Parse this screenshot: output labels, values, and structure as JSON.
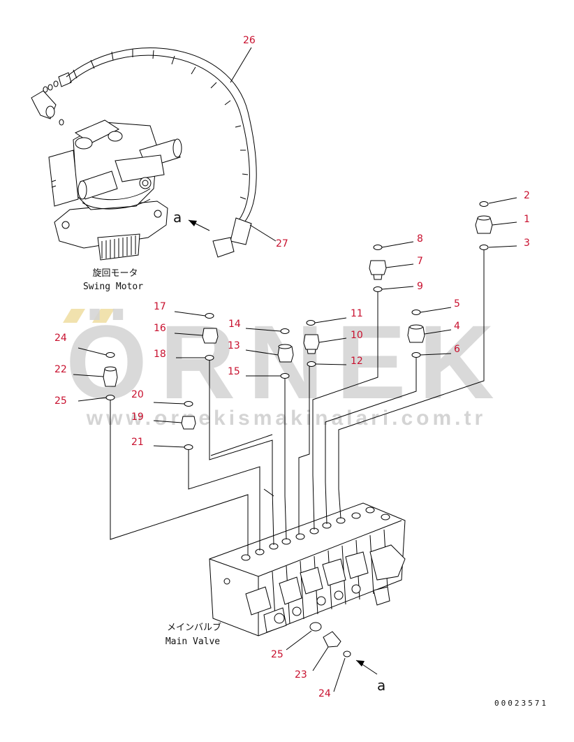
{
  "watermark": {
    "brand": "ÖRNEK",
    "url": "www.ornekismakinalari.com.tr",
    "color": "#cfcfcf",
    "accent": "#f3e3b0"
  },
  "captions": {
    "swing_motor_jp": "旋回モータ",
    "swing_motor_en": "Swing Motor",
    "main_valve_jp": "メインバルブ",
    "main_valve_en": "Main Valve",
    "view_a": "a",
    "view_a_bottom": "a",
    "drawing_no": "00023571"
  },
  "parts": [
    {
      "id": "p1",
      "label": "1"
    },
    {
      "id": "p2",
      "label": "2"
    },
    {
      "id": "p3",
      "label": "3"
    },
    {
      "id": "p4",
      "label": "4"
    },
    {
      "id": "p5",
      "label": "5"
    },
    {
      "id": "p6",
      "label": "6"
    },
    {
      "id": "p7",
      "label": "7"
    },
    {
      "id": "p8",
      "label": "8"
    },
    {
      "id": "p9",
      "label": "9"
    },
    {
      "id": "p10",
      "label": "10"
    },
    {
      "id": "p11",
      "label": "11"
    },
    {
      "id": "p12",
      "label": "12"
    },
    {
      "id": "p13",
      "label": "13"
    },
    {
      "id": "p14",
      "label": "14"
    },
    {
      "id": "p15",
      "label": "15"
    },
    {
      "id": "p16",
      "label": "16"
    },
    {
      "id": "p17",
      "label": "17"
    },
    {
      "id": "p18",
      "label": "18"
    },
    {
      "id": "p19",
      "label": "19"
    },
    {
      "id": "p20",
      "label": "20"
    },
    {
      "id": "p21",
      "label": "21"
    },
    {
      "id": "p22",
      "label": "22"
    },
    {
      "id": "p23",
      "label": "23"
    },
    {
      "id": "p24a",
      "label": "24"
    },
    {
      "id": "p24b",
      "label": "24"
    },
    {
      "id": "p25a",
      "label": "25"
    },
    {
      "id": "p25b",
      "label": "25"
    },
    {
      "id": "p26",
      "label": "26"
    },
    {
      "id": "p27",
      "label": "27"
    }
  ],
  "colors": {
    "label": "#c8102e",
    "line": "#000000"
  }
}
